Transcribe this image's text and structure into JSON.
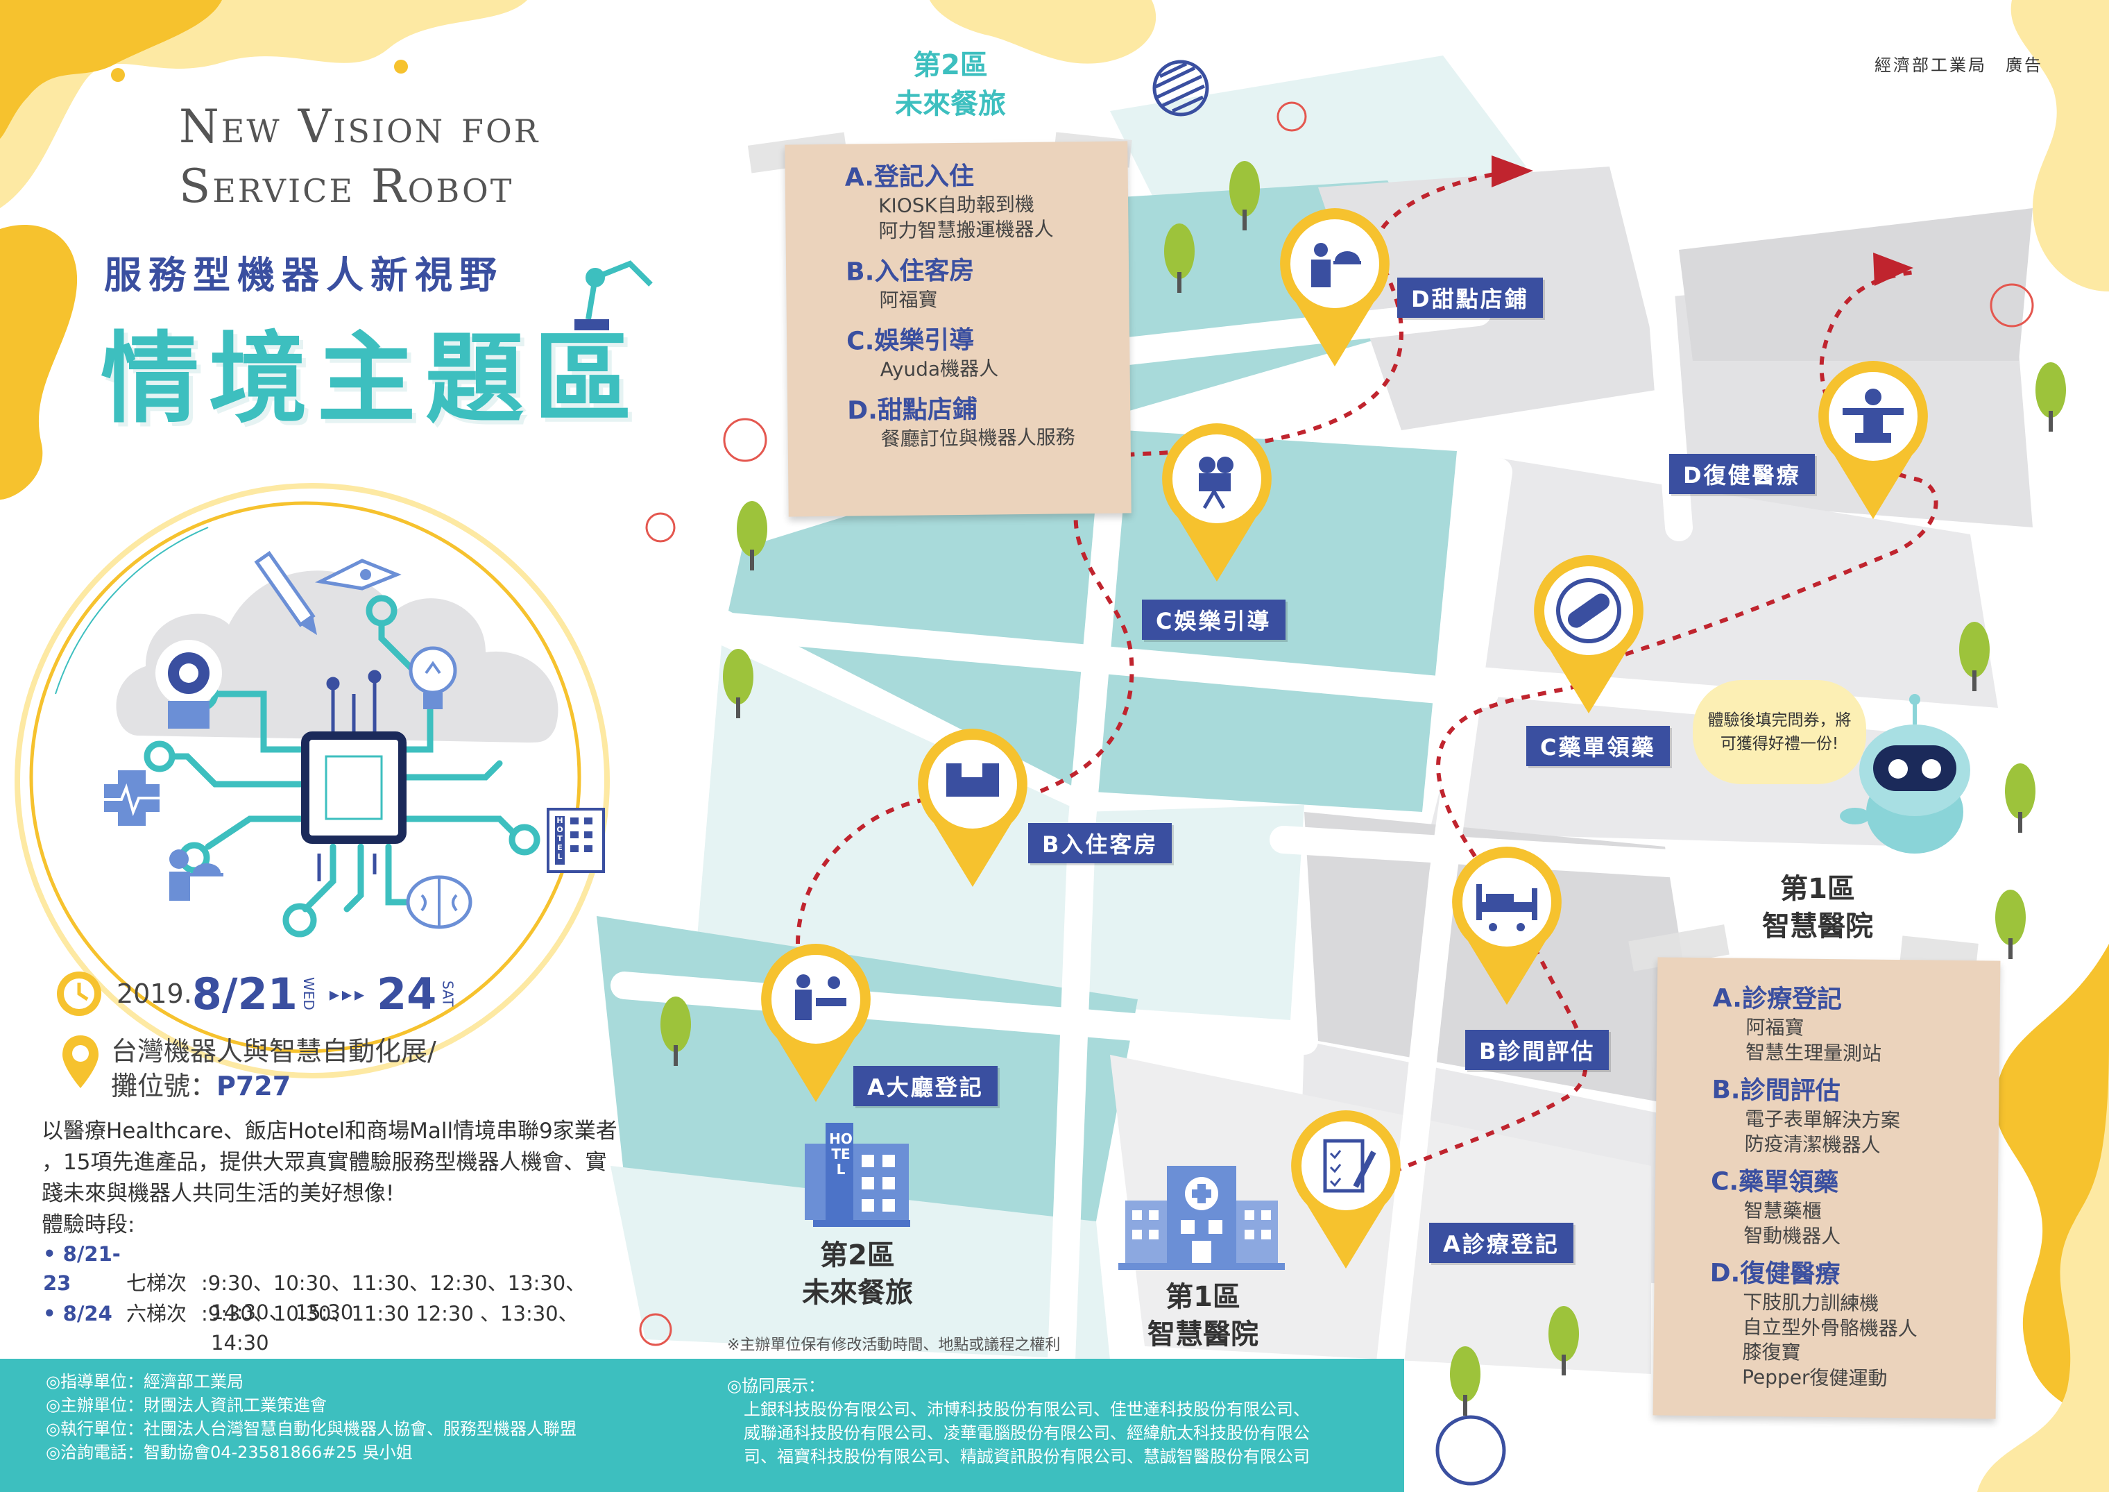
{
  "header": {
    "title_en_line1": "New Vision for",
    "title_en_line2": "Service Robot",
    "subtitle": "服務型機器人新視野",
    "main_title": "情境主題區",
    "ministry_note": "經濟部工業局　廣告"
  },
  "event": {
    "year": "2019.",
    "start_date": "8/21",
    "start_day": "WED",
    "end_date": "24",
    "end_day": "SAT",
    "venue_line1": "台灣機器人與智慧自動化展/",
    "venue_line2_prefix": "攤位號：",
    "booth": "P727"
  },
  "intro": {
    "line1": "以醫療Healthcare、飯店Hotel和商場Mall情境串聯9家業者",
    "line2": "，15項先進產品，提供大眾真實體驗服務型機器人機會、實",
    "line3": "踐未來與機器人共同生活的美好想像!",
    "schedule_title": "體驗時段:"
  },
  "schedule": [
    {
      "dates": "8/21-23",
      "count": "七梯次",
      "times1": ":9:30、10:30、11:30、12:30、13:30、",
      "times2": "14:30、 15:30"
    },
    {
      "dates": "8/24",
      "count": "六梯次",
      "times1": ":9:30、10:30、11:30 12:30 、13:30、",
      "times2": "14:30"
    }
  ],
  "footer": {
    "organizers": [
      "◎指導單位：經濟部工業局",
      "◎主辦單位：財團法人資訊工業策進會",
      "◎執行單位：社團法人台灣智慧自動化與機器人協會、服務型機器人聯盟",
      "◎洽詢電話：智動協會04-23581866#25 吳小姐"
    ],
    "exhibitors_title": "◎協同展示：",
    "exhibitors": [
      "上銀科技股份有限公司、沛博科技股份有限公司、佳世達科技股份有限公司、",
      "威聯通科技股份有限公司、凌華電腦股份有限公司、經緯航太科技股份有限公",
      "司、福寶科技股份有限公司、精誠資訊股份有限公司、慧誠智醫股份有限公司"
    ],
    "note": "※主辦單位保有修改活動時間、地點或議程之權利"
  },
  "zone2": {
    "head_line1": "第2區",
    "head_line2": "未來餐旅",
    "label_line1": "第2區",
    "label_line2": "未來餐旅",
    "card": [
      {
        "title": "A.登記入住",
        "items": [
          "KIOSK自助報到機",
          "阿力智慧搬運機器人"
        ]
      },
      {
        "title": "B.入住客房",
        "items": [
          "阿福寶"
        ]
      },
      {
        "title": "C.娛樂引導",
        "items": [
          "Ayuda機器人"
        ]
      },
      {
        "title": "D.甜點店鋪",
        "items": [
          "餐廳訂位與機器人服務"
        ]
      }
    ],
    "pins": [
      "A大廳登記",
      "B入住客房",
      "C娛樂引導",
      "D甜點店鋪"
    ]
  },
  "zone1": {
    "head_line1": "第1區",
    "head_line2": "智慧醫院",
    "label_line1": "第1區",
    "label_line2": "智慧醫院",
    "card": [
      {
        "title": "A.診療登記",
        "items": [
          "阿福寶",
          "智慧生理量測站"
        ]
      },
      {
        "title": "B.診間評估",
        "items": [
          "電子表單解決方案",
          "防疫清潔機器人"
        ]
      },
      {
        "title": "C.藥單領藥",
        "items": [
          "智慧藥櫃",
          "智動機器人"
        ]
      },
      {
        "title": "D.復健醫療",
        "items": [
          "下肢肌力訓練機",
          "自立型外骨骼機器人",
          "膝復寶",
          "Pepper復健運動"
        ]
      }
    ],
    "pins": [
      "A診療登記",
      "B診間評估",
      "C藥單領藥",
      "D復健醫療"
    ]
  },
  "robot_bubble": {
    "line1": "體驗後填完問券，將",
    "line2": "可獲得好禮一份!"
  },
  "icons": {
    "hotel_sign": "HOTEL"
  },
  "colors": {
    "teal": "#3dbfbf",
    "navy": "#3a4fa0",
    "yellow": "#f6c22e",
    "map_teal": "#a8dada",
    "map_gray": "#d9d9db",
    "card_tan": "#ebd3bc",
    "path_red": "#c0242e"
  }
}
